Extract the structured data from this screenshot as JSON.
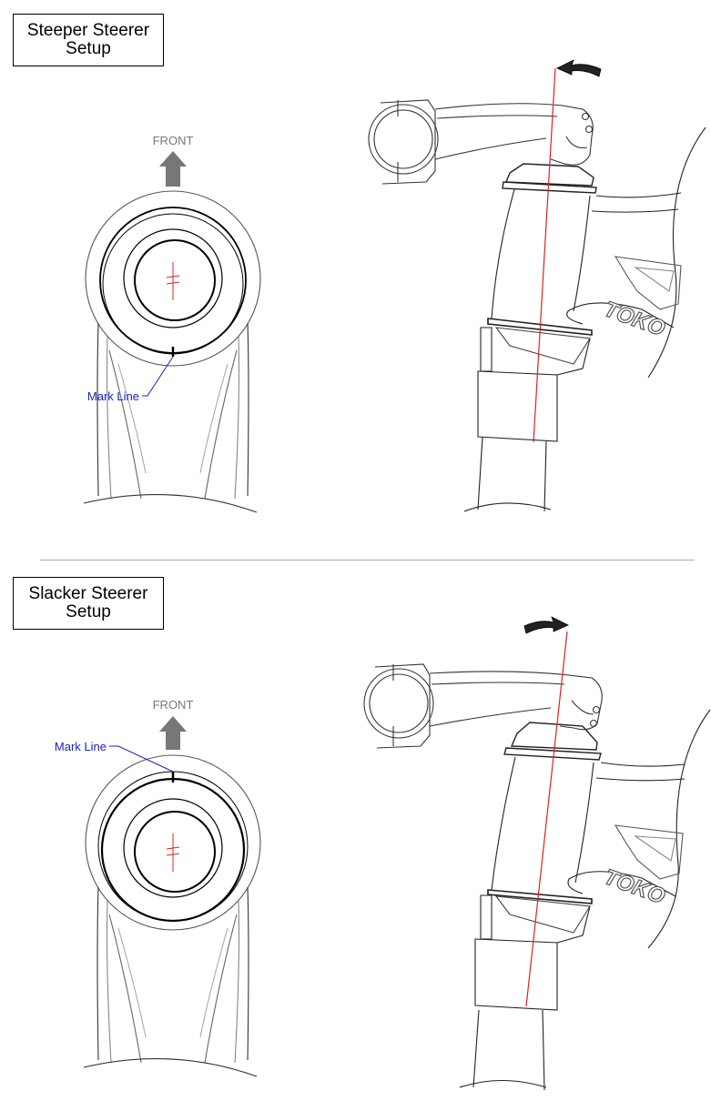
{
  "panels": [
    {
      "title_line1": "Steeper Steerer",
      "title_line2": "Setup",
      "front_label": "FRONT",
      "mark_label": "Mark Line",
      "frame_logo": "TOKO"
    },
    {
      "title_line1": "Slacker Steerer",
      "title_line2": "Setup",
      "front_label": "FRONT",
      "mark_label": "Mark Line",
      "frame_logo": "TOKO"
    }
  ],
  "colors": {
    "axis_line": "#e02020",
    "mark_line_label": "#1a22b8",
    "front_arrow": "#777777",
    "rotation_arrow": "#222222"
  }
}
